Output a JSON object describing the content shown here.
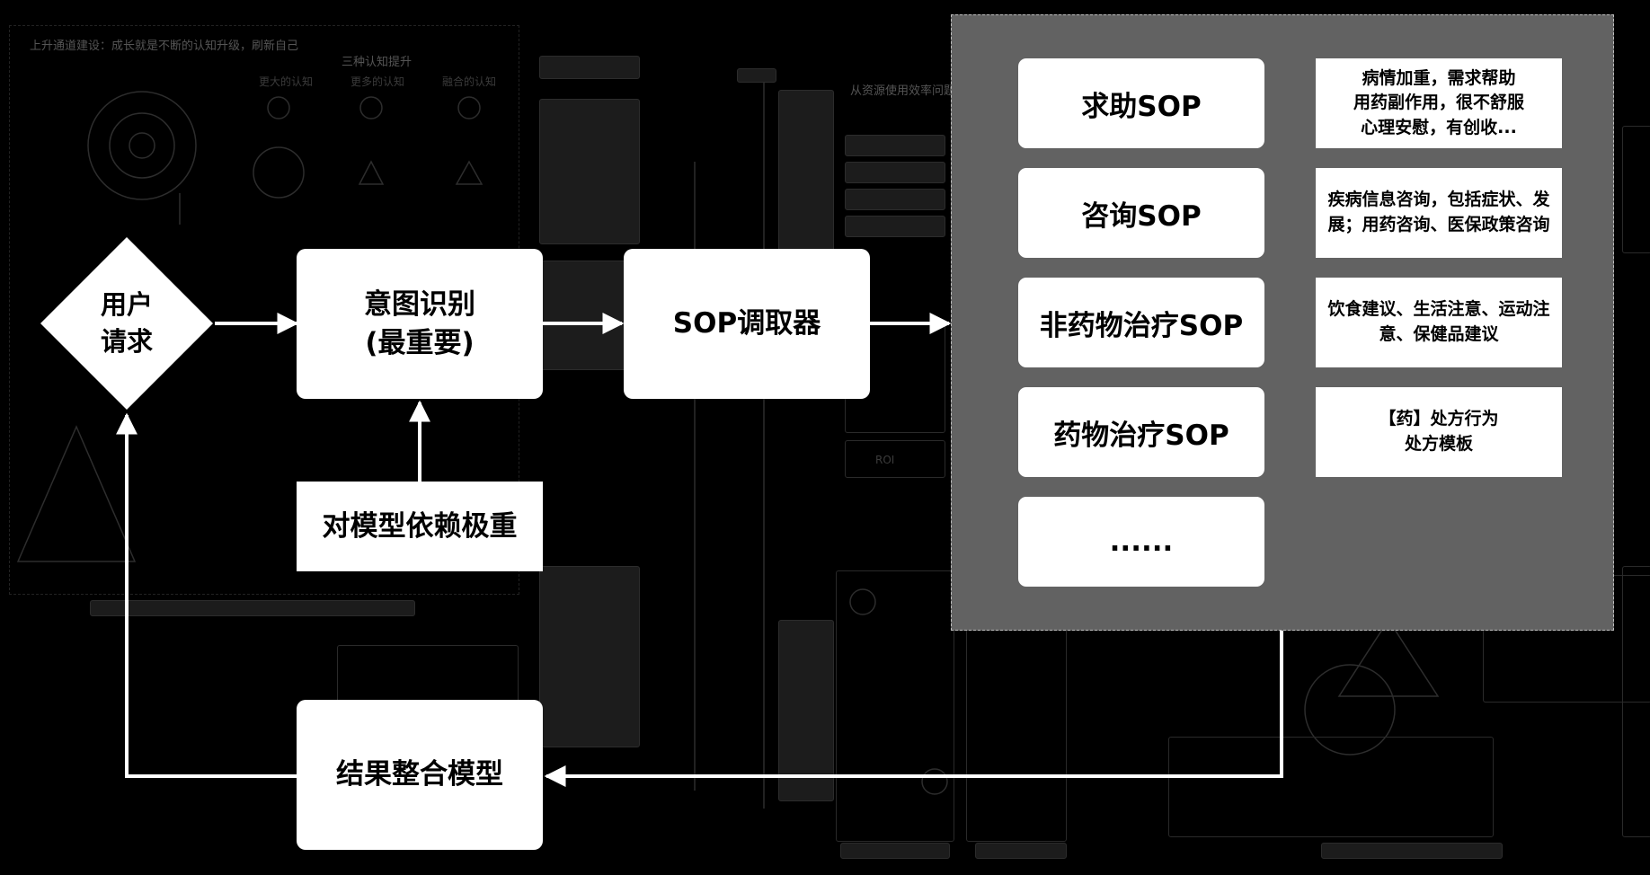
{
  "diagram": {
    "user_request": "用户\n请求",
    "intent_recognition": "意图识别\n(最重要)",
    "model_dependency": "对模型依赖极重",
    "sop_retriever": "SOP调取器",
    "result_integration": "结果整合模型",
    "sops": [
      {
        "name": "求助SOP",
        "description": "病情加重，需求帮助\n用药副作用，很不舒服\n心理安慰，有创收..."
      },
      {
        "name": "咨询SOP",
        "description": "疾病信息咨询，包括症状、发展；用药咨询、医保政策咨询"
      },
      {
        "name": "非药物治疗SOP",
        "description": "饮食建议、生活注意、运动注意、保健品建议"
      },
      {
        "name": "药物治疗SOP",
        "description": "【药】处方行为\n处方模板"
      },
      {
        "name": "......",
        "description": ""
      }
    ]
  },
  "background": {
    "title": "上升通道建设：成长就是不断的认知升级，刷新自己",
    "heading": "三种认知提升",
    "cols": [
      "更大的认知",
      "更多的认知",
      "融合的认知"
    ],
    "label_resource": "从资源使用效率问题",
    "label_roi": "ROI"
  }
}
